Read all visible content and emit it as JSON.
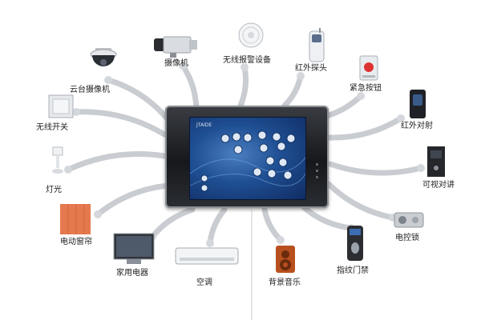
{
  "diagram": {
    "center_device": {
      "brand": "JTAIDE"
    },
    "nodes": [
      {
        "id": "ptz-camera",
        "label": "云台摄像机",
        "icon": "ptz-dome-camera-icon"
      },
      {
        "id": "camera",
        "label": "摄像机",
        "icon": "box-camera-icon"
      },
      {
        "id": "wireless-alarm",
        "label": "无线报警设备",
        "icon": "smoke-detector-icon"
      },
      {
        "id": "infrared-probe",
        "label": "红外探头",
        "icon": "pir-sensor-icon"
      },
      {
        "id": "emergency-button",
        "label": "紧急按钮",
        "icon": "panic-button-icon"
      },
      {
        "id": "infrared-beam",
        "label": "红外对射",
        "icon": "ir-beam-icon"
      },
      {
        "id": "video-intercom",
        "label": "可视对讲",
        "icon": "video-doorphone-icon"
      },
      {
        "id": "electric-lock",
        "label": "电控锁",
        "icon": "electric-lock-icon"
      },
      {
        "id": "fingerprint-access",
        "label": "指纹门禁",
        "icon": "fingerprint-reader-icon"
      },
      {
        "id": "background-music",
        "label": "背景音乐",
        "icon": "speaker-icon"
      },
      {
        "id": "air-conditioner",
        "label": "空调",
        "icon": "air-conditioner-icon"
      },
      {
        "id": "home-appliances",
        "label": "家用电器",
        "icon": "flat-tv-icon"
      },
      {
        "id": "electric-curtain",
        "label": "电动窗帘",
        "icon": "curtain-icon"
      },
      {
        "id": "light",
        "label": "灯光",
        "icon": "lamp-icon"
      },
      {
        "id": "wireless-switch",
        "label": "无线开关",
        "icon": "wall-switch-icon"
      }
    ]
  }
}
